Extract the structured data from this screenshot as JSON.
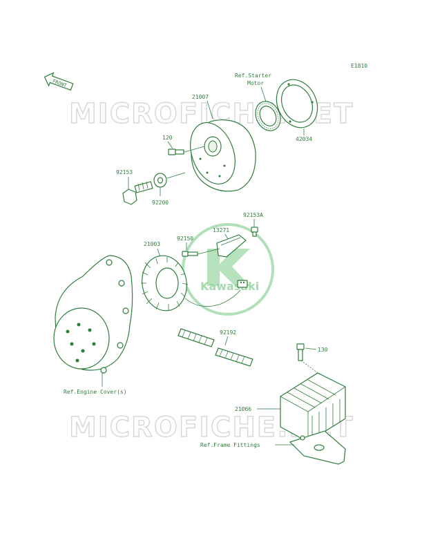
{
  "diagram_code": "E1810",
  "front_tag": "FRONT",
  "watermark": {
    "top": "MICROFICHE.NET",
    "bottom": "MICROFICHE.NET",
    "logo_text": "Kawasaki"
  },
  "colors": {
    "line": "#2e7d3c",
    "watermark": "#d6d6d6",
    "logo": "#8fd29a"
  },
  "parts": {
    "p21007": "21007",
    "p120": "120",
    "p92153": "92153",
    "p92200": "92200",
    "p42034": "42034",
    "p92153a": "92153A",
    "p13271": "13271",
    "p21003": "21003",
    "p92150": "92150",
    "p92192": "92192",
    "p130": "130",
    "p21066": "21066"
  },
  "refs": {
    "starter_line1": "Ref.Starter",
    "starter_line2": "Motor",
    "engine_cover": "Ref.Engine Cover(s)",
    "frame_fittings": "Ref.Frame Fittings"
  }
}
